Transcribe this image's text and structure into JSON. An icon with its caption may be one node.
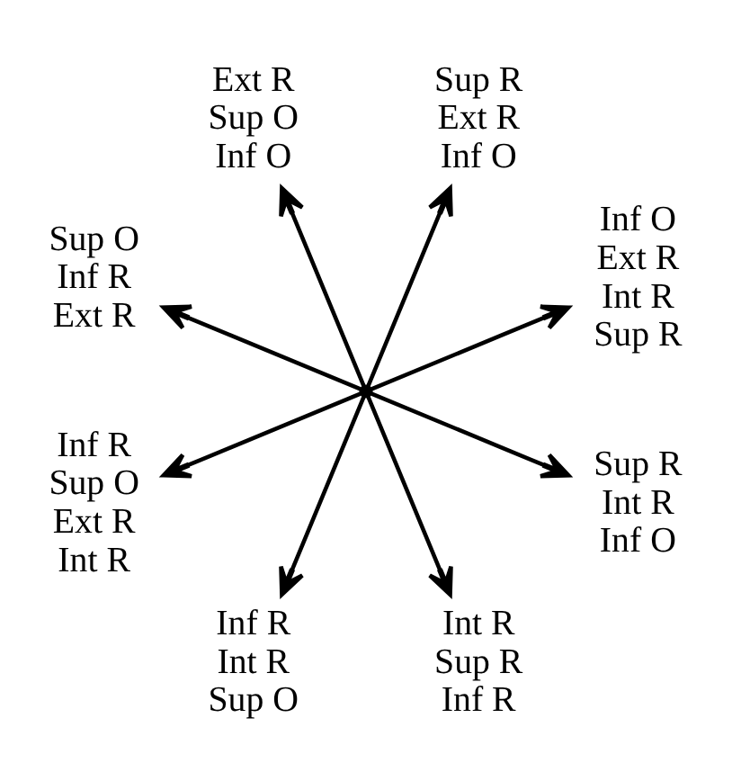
{
  "diagram": {
    "nodes": [
      {
        "text": [],
        "shape": "point"
      },
      {
        "text": [
          "Inf O",
          "Ext R",
          "Int R",
          "Sup R"
        ]
      },
      {
        "text": [
          "Sup R",
          "Ext R",
          "Inf O"
        ]
      },
      {
        "text": [
          "Sup R",
          "Int R",
          "Inf O"
        ]
      },
      {
        "text": [
          "Ext R",
          "Sup O",
          "Inf O"
        ]
      },
      {
        "text": [
          "Int R",
          "Sup R",
          "Inf R"
        ]
      },
      {
        "text": [
          "Sup O",
          "Inf R",
          "Ext R"
        ]
      },
      {
        "text": [
          "Inf R",
          "Sup O",
          "Ext R",
          "Int R"
        ]
      },
      {
        "text": [
          "Inf R",
          "Int R",
          "Sup O"
        ]
      }
    ],
    "edges": [
      {
        "from": 0,
        "to": 1,
        "arrow": "to"
      },
      {
        "from": 0,
        "to": 2,
        "arrow": "to"
      },
      {
        "from": 0,
        "to": 3,
        "arrow": "to"
      },
      {
        "from": 0,
        "to": 4,
        "arrow": "to"
      },
      {
        "from": 0,
        "to": 5,
        "arrow": "to"
      },
      {
        "from": 0,
        "to": 6,
        "arrow": "to"
      },
      {
        "from": 0,
        "to": 7,
        "arrow": "to"
      },
      {
        "from": 0,
        "to": 8,
        "arrow": "to"
      }
    ]
  }
}
